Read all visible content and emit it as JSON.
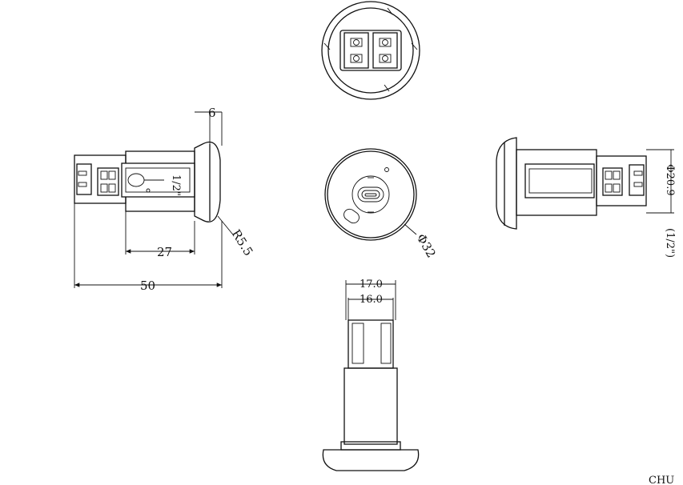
{
  "dimensions": {
    "flange_thickness": "6",
    "thread_length": "27",
    "overall_length": "50",
    "flange_radius": "R5.5",
    "face_diameter": "Φ32",
    "body_width_outer": "17.0",
    "body_width_inner": "16.0",
    "thread_diameter": "Φ20.9",
    "thread_size": "(1/2\")"
  },
  "body_marking": "1/2\"",
  "footer_fragment": "CHU"
}
